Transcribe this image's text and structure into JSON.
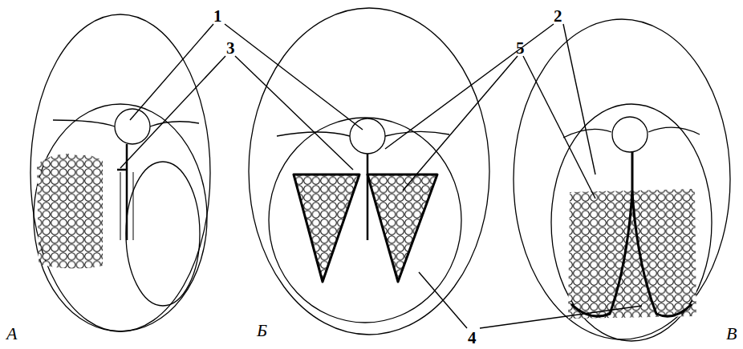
{
  "diagram": {
    "labels": [
      "1",
      "2",
      "3",
      "5",
      "4",
      "А",
      "Б",
      "В"
    ]
  }
}
